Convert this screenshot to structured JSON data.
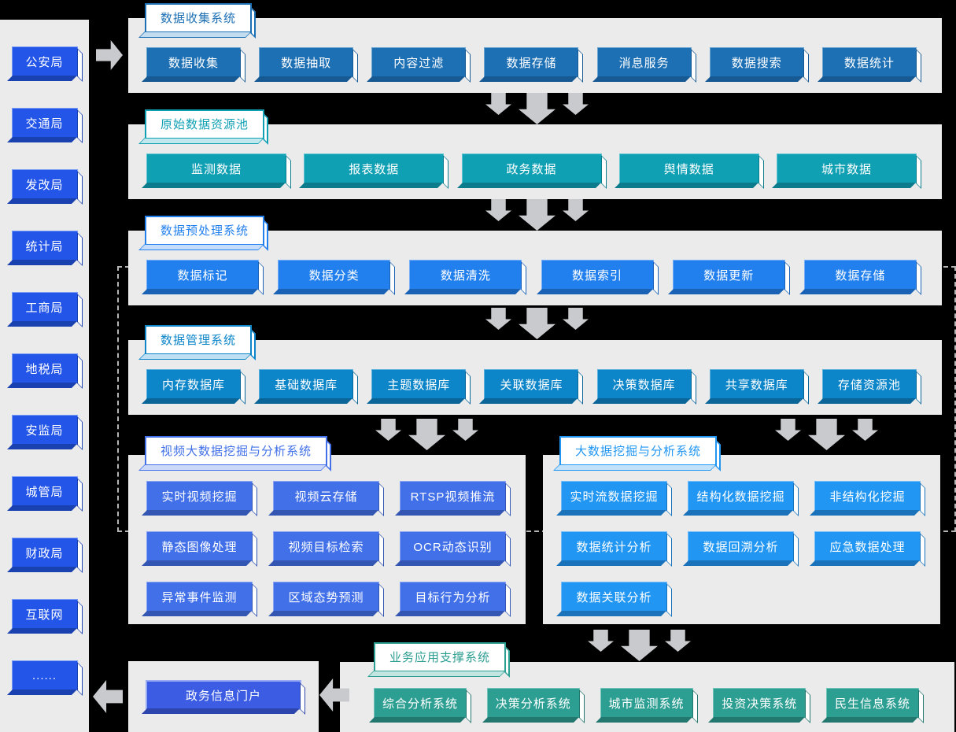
{
  "page": {
    "background": "#000000",
    "panel_color": "#ebebeb",
    "arrow_color": "#c9cacd"
  },
  "sidebar": {
    "items": [
      "公安局",
      "交通局",
      "发改局",
      "统计局",
      "工商局",
      "地税局",
      "安监局",
      "城管局",
      "财政局",
      "互联网",
      "......"
    ],
    "color": "#2356e8"
  },
  "sections": {
    "collection": {
      "label": "数据收集系统",
      "color": "#1e70b5",
      "items": [
        "数据收集",
        "数据抽取",
        "内容过滤",
        "数据存储",
        "消息服务",
        "数据搜索",
        "数据统计"
      ]
    },
    "raw_pool": {
      "label": "原始数据资源池",
      "color": "#10a0b4",
      "items": [
        "监测数据",
        "报表数据",
        "政务数据",
        "舆情数据",
        "城市数据"
      ]
    },
    "preprocessing": {
      "label": "数据预处理系统",
      "color": "#2280ee",
      "items": [
        "数据标记",
        "数据分类",
        "数据清洗",
        "数据索引",
        "数据更新",
        "数据存储"
      ]
    },
    "management": {
      "label": "数据管理系统",
      "color": "#0d86c9",
      "items": [
        "内存数据库",
        "基础数据库",
        "主题数据库",
        "关联数据库",
        "决策数据库",
        "共享数据库",
        "存储资源池"
      ]
    },
    "video_mining": {
      "label": "视频大数据挖掘与分析系统",
      "color": "#4170e8",
      "items": [
        "实时视频挖掘",
        "视频云存储",
        "RTSP视频推流",
        "静态图像处理",
        "视频目标检索",
        "OCR动态识别",
        "异常事件监测",
        "区域态势预测",
        "目标行为分析"
      ]
    },
    "big_data_mining": {
      "label": "大数据挖掘与分析系统",
      "color": "#2196f3",
      "items": [
        "实时流数据挖掘",
        "结构化数据挖掘",
        "非结构化挖掘",
        "数据统计分析",
        "数据回溯分析",
        "应急数据处理",
        "数据关联分析"
      ]
    },
    "business_support": {
      "label": "业务应用支撑系统",
      "color": "#2d9e92",
      "items": [
        "综合分析系统",
        "决策分析系统",
        "城市监测系统",
        "投资决策系统",
        "民生信息系统"
      ]
    },
    "portal": {
      "label": "政务信息门户",
      "color": "#3c5ce4"
    }
  },
  "icons": {
    "flow_down": "down-arrow",
    "flow_right": "right-arrow",
    "flow_left": "left-arrow"
  }
}
